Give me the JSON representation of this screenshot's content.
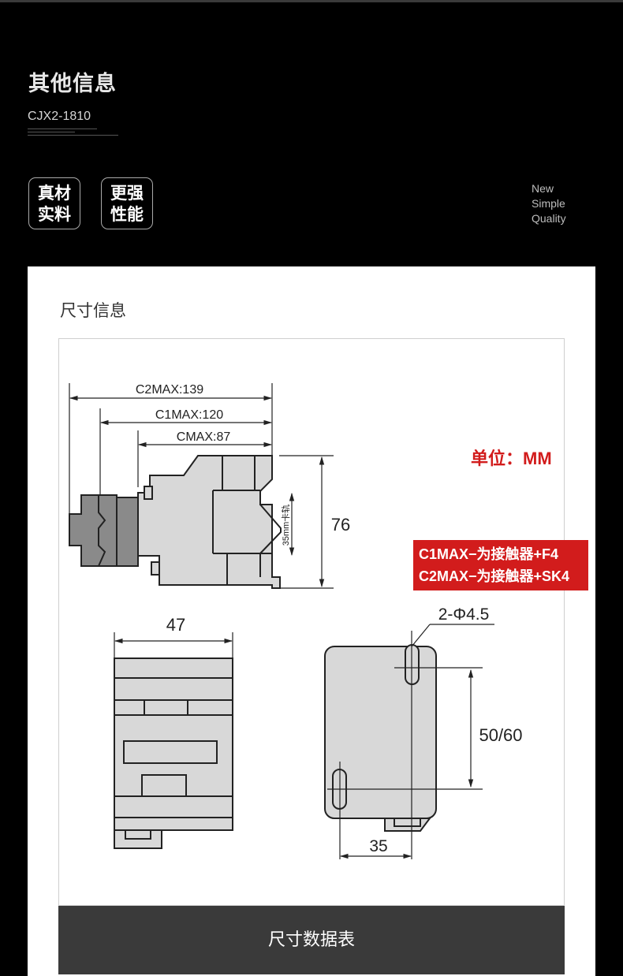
{
  "header": {
    "title": "其他信息",
    "model": "CJX2-1810"
  },
  "badges": [
    {
      "line1": "真材",
      "line2": "实料"
    },
    {
      "line1": "更强",
      "line2": "性能"
    }
  ],
  "tagline": [
    "New",
    "Simple",
    "Quality"
  ],
  "section": {
    "title": "尺寸信息",
    "unit_label": "单位：MM",
    "note_lines": [
      "C1MAX−为接触器+F4",
      "C2MAX−为接触器+SK4"
    ],
    "footer_label": "尺寸数据表"
  },
  "dimensions": {
    "c2max": "C2MAX:139",
    "c1max": "C1MAX:120",
    "cmax": "CMAX:87",
    "height": "76",
    "rail": "35mm卡轨",
    "width": "47",
    "holes": "2-Φ4.5",
    "hole_spacing": "50/60",
    "hole_offset": "35"
  },
  "colors": {
    "background": "#000000",
    "accent": "#d21c1c",
    "body_gray": "#d8d8d8",
    "dark_gray": "#8a8a8a",
    "footer_bar": "#3a3a3a"
  }
}
